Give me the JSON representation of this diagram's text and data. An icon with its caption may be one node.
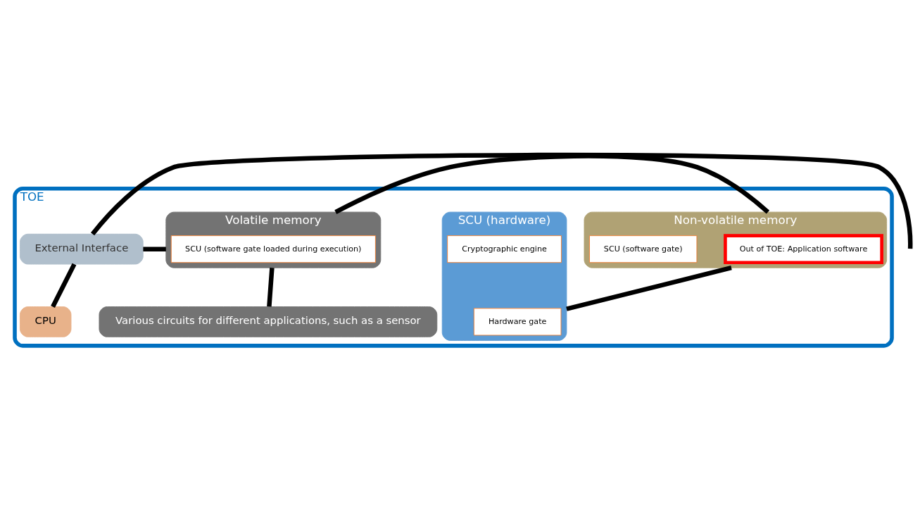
{
  "diagram": {
    "nodes": [
      {
        "text": [
          "TOE"
        ]
      },
      {
        "text": [
          "Non-volatile memory"
        ],
        "in": 0
      },
      {
        "text": [
          "Out of TOE: Application software"
        ],
        "in": 1
      },
      {
        "text": [
          "SCU (software gate)"
        ],
        "in": 1
      },
      {
        "text": [
          "Volatile memory"
        ],
        "in": 0
      },
      {
        "text": [
          "SCU (software gate loaded during execution)"
        ],
        "in": 4
      },
      {
        "text": [
          "External Interface"
        ],
        "in": 0
      },
      {
        "text": [
          "SCU (hardware)"
        ],
        "in": 0
      },
      {
        "text": [
          "Hardware gate"
        ],
        "in": 7
      },
      {
        "text": [
          "Cryptographic engine"
        ],
        "in": 7
      },
      {
        "text": [
          "Various circuits for different applications, such as a sensor"
        ],
        "in": 0
      },
      {
        "text": [
          "CPU"
        ],
        "in": 0
      }
    ],
    "edges": [
      {
        "from": 1,
        "to": 7,
        "arrow": "none"
      },
      {
        "from": 4,
        "to": 10,
        "arrow": "none"
      },
      {
        "from": 6,
        "to": 11,
        "arrow": "none"
      },
      {
        "from": 1,
        "to": 4,
        "arrow": "none"
      },
      {
        "from": 4,
        "to": 6,
        "arrow": "none"
      },
      {
        "from": 6,
        "to": null,
        "arrow": "none"
      }
    ]
  }
}
